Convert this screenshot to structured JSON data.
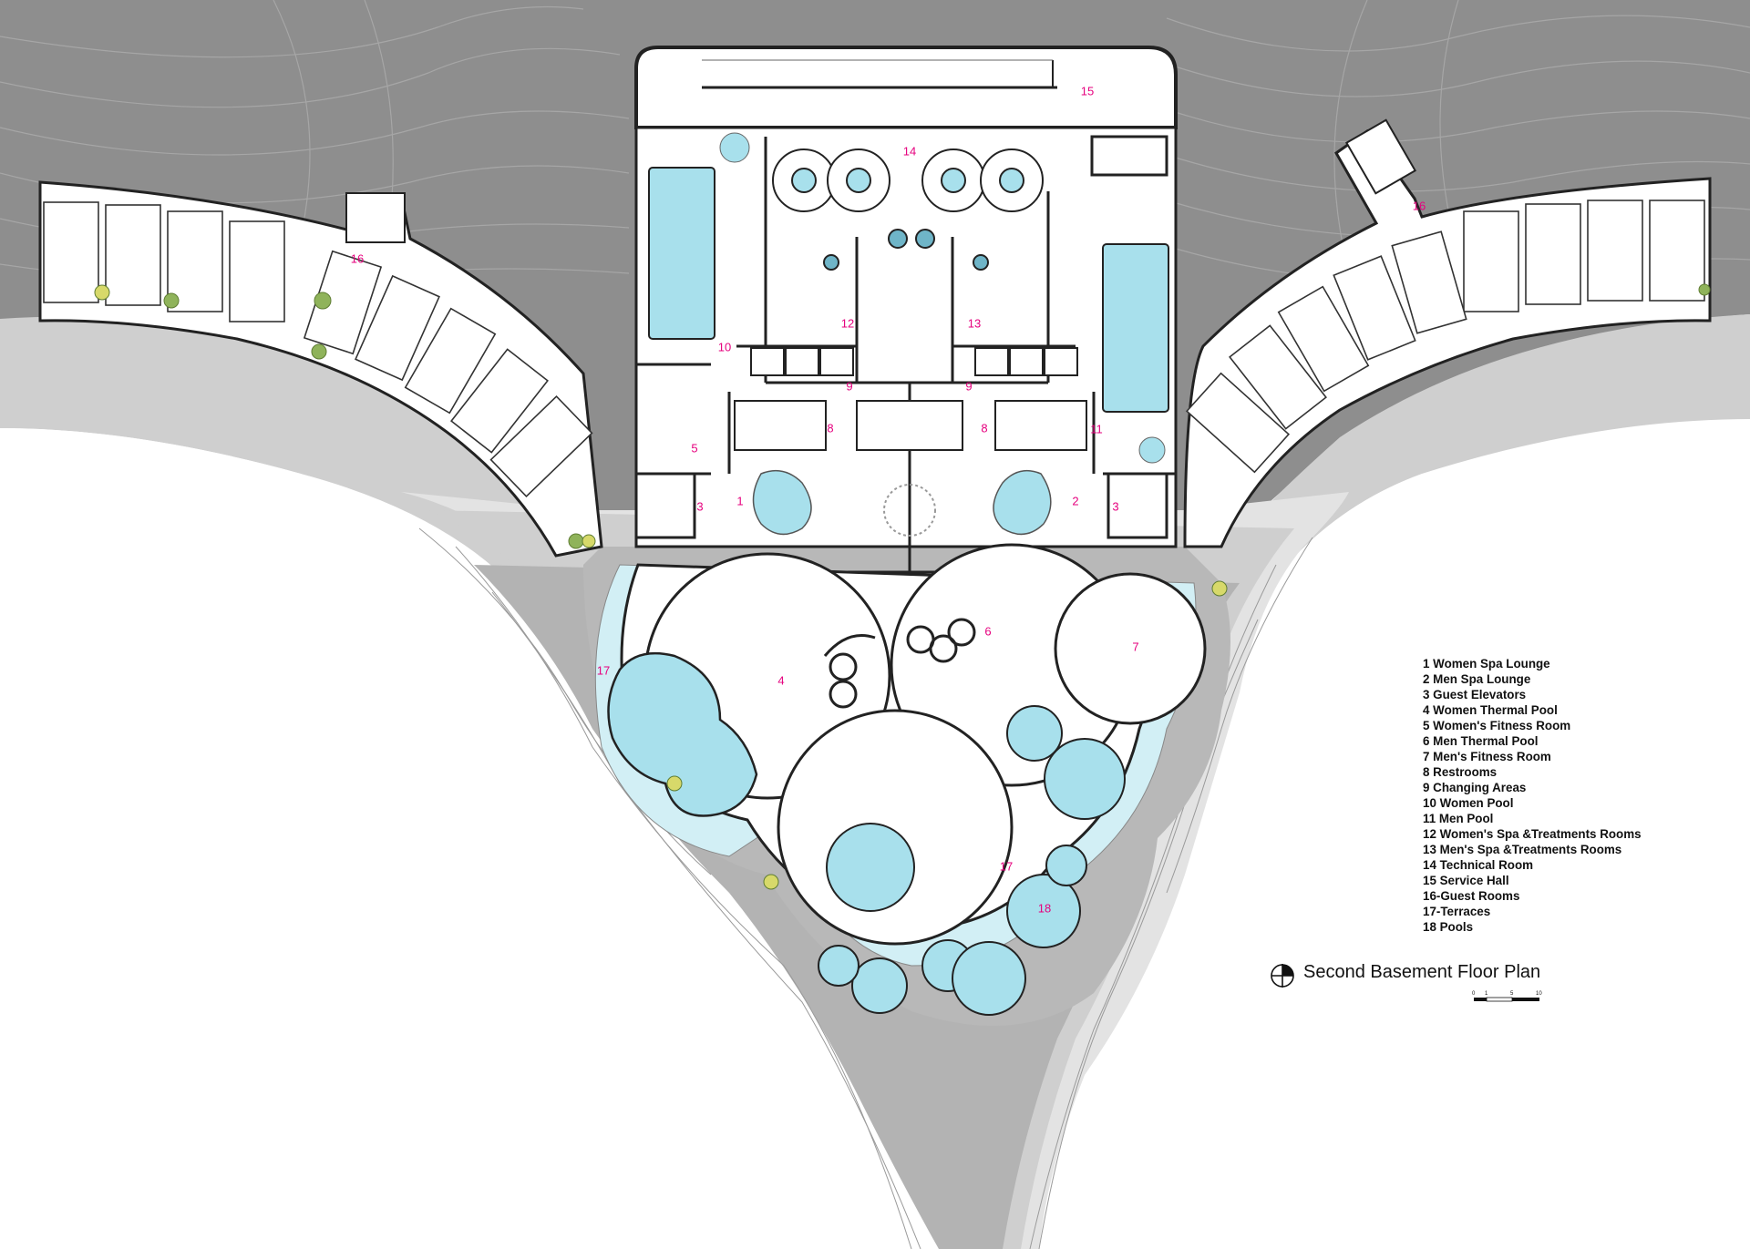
{
  "plan": {
    "title": "Second Basement Floor Plan",
    "icons": {
      "north": "north-arrow-icon",
      "scale": "scale-bar-icon"
    },
    "scale_labels": [
      "0",
      "1",
      "5",
      "10"
    ],
    "legend": [
      "1 Women Spa Lounge",
      "2 Men Spa Lounge",
      "3 Guest Elevators",
      "4 Women Thermal Pool",
      "5 Women's Fitness Room",
      "6 Men Thermal Pool",
      "7 Men's Fitness Room",
      "8 Restrooms",
      "9 Changing Areas",
      "10 Women Pool",
      "11 Men Pool",
      "12 Women's Spa &Treatments Rooms",
      "13 Men's Spa &Treatments Rooms",
      "14 Technical Room",
      "15 Service Hall",
      "16-Guest Rooms",
      "17-Terraces",
      "18 Pools"
    ],
    "room_numbers": [
      "1",
      "2",
      "3",
      "3",
      "4",
      "5",
      "6",
      "7",
      "8",
      "8",
      "9",
      "9",
      "10",
      "11",
      "12",
      "13",
      "14",
      "15",
      "16",
      "16",
      "17",
      "17",
      "18"
    ]
  },
  "colors": {
    "background": "#ffffff",
    "terrain_dark": "#8e8e8e",
    "terrain_mid": "#b3b3b3",
    "terrain_light": "#cfcfcf",
    "terrain_pale": "#e3e3e3",
    "water": "#a8e0ec",
    "water_light": "#d2eff5",
    "wall": "#222222",
    "label_magenta": "#e6007e"
  }
}
